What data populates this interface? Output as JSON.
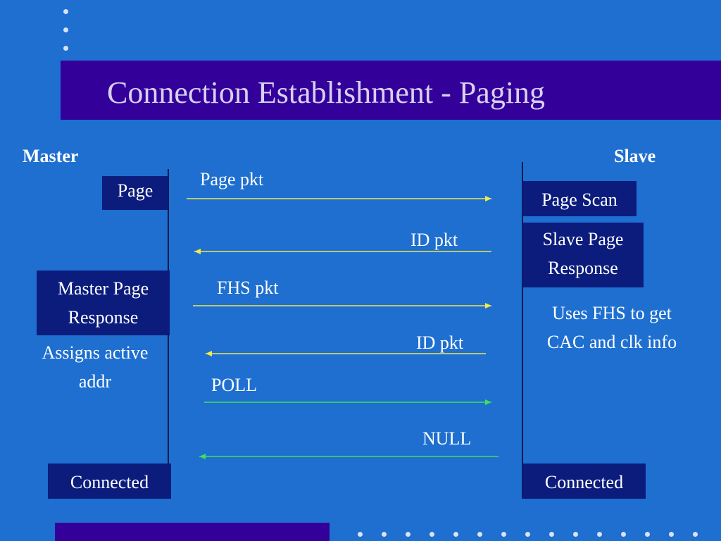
{
  "slide": {
    "title": "Connection Establishment - Paging",
    "master_label": "Master",
    "slave_label": "Slave"
  },
  "master": {
    "page": "Page",
    "page_response_line1": "Master Page",
    "page_response_line2": "Response",
    "note_line1": "Assigns active",
    "note_line2": "addr",
    "connected": "Connected"
  },
  "slave": {
    "page_scan": "Page Scan",
    "page_response_line1": "Slave Page",
    "page_response_line2": "Response",
    "note_line1": "Uses FHS to get",
    "note_line2": "CAC and clk info",
    "connected": "Connected"
  },
  "messages": [
    {
      "label": "Page pkt",
      "direction": "to-slave",
      "color": "#f2e94a"
    },
    {
      "label": "ID pkt",
      "direction": "to-master",
      "color": "#f2e94a"
    },
    {
      "label": "FHS pkt",
      "direction": "to-slave",
      "color": "#f2e94a"
    },
    {
      "label": "ID pkt",
      "direction": "to-master",
      "color": "#f2e94a"
    },
    {
      "label": "POLL",
      "direction": "to-slave",
      "color": "#3ee05a"
    },
    {
      "label": "NULL",
      "direction": "to-master",
      "color": "#3ee05a"
    }
  ],
  "colors": {
    "background": "#1e6fd0",
    "title_bar": "#33009a",
    "box": "#0b1c7d",
    "text": "#ffffff"
  }
}
